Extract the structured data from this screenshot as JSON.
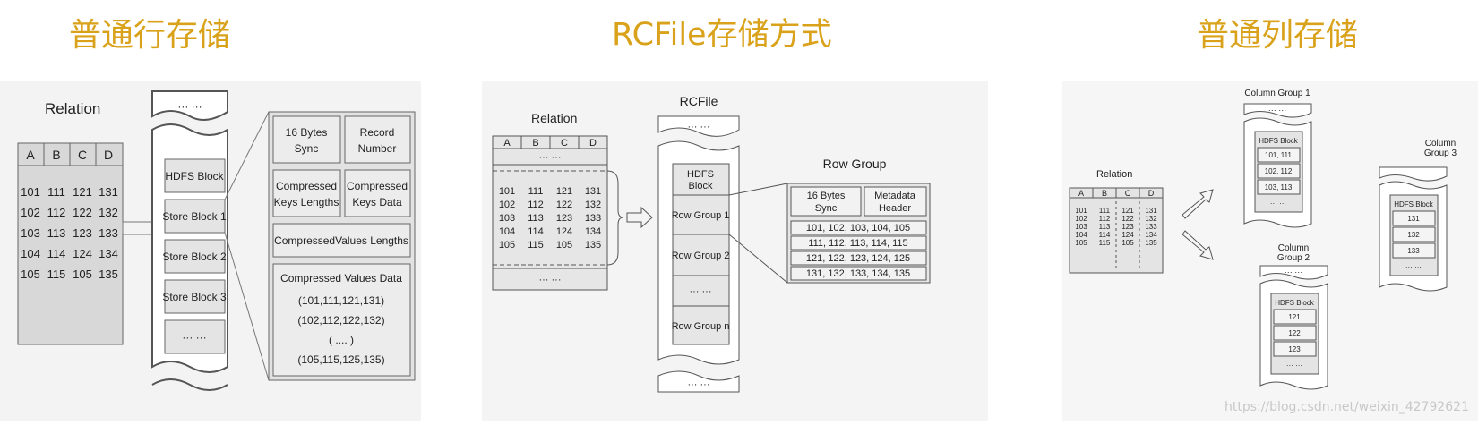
{
  "titles": {
    "row_storage": "普通行存储",
    "rcfile": "RCFile存储方式",
    "column_storage": "普通列存储"
  },
  "row_store": {
    "relation_label": "Relation",
    "columns": [
      "A",
      "B",
      "C",
      "D"
    ],
    "rows": [
      [
        "101",
        "111",
        "121",
        "131"
      ],
      [
        "102",
        "112",
        "122",
        "132"
      ],
      [
        "103",
        "113",
        "123",
        "133"
      ],
      [
        "104",
        "114",
        "124",
        "134"
      ],
      [
        "105",
        "115",
        "105",
        "135"
      ]
    ],
    "top_dots": "··· ···",
    "blocks": [
      "HDFS Block",
      "Store Block 1",
      "Store Block 2",
      "Store Block 3",
      "··· ···"
    ],
    "detail": {
      "sync": [
        "16 Bytes",
        "Sync"
      ],
      "record": [
        "Record",
        "Number"
      ],
      "keys_lengths": [
        "Compressed",
        "Keys Lengths"
      ],
      "keys_data": [
        "Compressed",
        "Keys  Data"
      ],
      "values_lengths": "CompressedValues Lengths",
      "values_data_title": "Compressed Values Data",
      "values_data_lines": [
        "(101,111,121,131)",
        "(102,112,122,132)",
        "(          ....          )",
        "(105,115,125,135)"
      ]
    }
  },
  "rcfile": {
    "label": "RCFile",
    "relation_label": "Relation",
    "columns": [
      "A",
      "B",
      "C",
      "D"
    ],
    "dots": "··· ···",
    "rows": [
      [
        "101",
        "111",
        "121",
        "131"
      ],
      [
        "102",
        "112",
        "122",
        "132"
      ],
      [
        "103",
        "113",
        "123",
        "133"
      ],
      [
        "104",
        "114",
        "124",
        "134"
      ],
      [
        "105",
        "115",
        "105",
        "135"
      ]
    ],
    "hdfs_block": [
      "HDFS",
      "Block"
    ],
    "groups": [
      "Row Group 1",
      "Row Group 2",
      "··· ···",
      "Row Group n"
    ],
    "row_group": {
      "label": "Row Group",
      "sync": [
        "16 Bytes",
        "Sync"
      ],
      "metadata": [
        "Metadata",
        "Header"
      ],
      "lines": [
        "101, 102, 103, 104, 105",
        "111, 112, 113, 114, 115",
        "121, 122, 123, 124, 125",
        "131, 132, 133, 134, 135"
      ]
    }
  },
  "column_store": {
    "relation_label": "Relation",
    "columns": [
      "A",
      "B",
      "C",
      "D"
    ],
    "rows": [
      [
        "101",
        "111",
        "121",
        "131"
      ],
      [
        "102",
        "112",
        "122",
        "132"
      ],
      [
        "103",
        "113",
        "123",
        "133"
      ],
      [
        "104",
        "114",
        "124",
        "134"
      ],
      [
        "105",
        "115",
        "105",
        "135"
      ]
    ],
    "group1": {
      "label": "Column Group 1",
      "block": "HDFS Block",
      "items": [
        "101, 111",
        "102, 112",
        "103, 113"
      ],
      "dots": "··· ···"
    },
    "group2": {
      "label": [
        "Column",
        "Group 2"
      ],
      "block": "HDFS Block",
      "items": [
        "121",
        "122",
        "123"
      ],
      "dots": "··· ···"
    },
    "group3": {
      "label": [
        "Column",
        "Group 3"
      ],
      "block": "HDFS Block",
      "items": [
        "131",
        "132",
        "133"
      ],
      "dots": "··· ···"
    }
  },
  "watermark": "https://blog.csdn.net/weixin_42792621"
}
